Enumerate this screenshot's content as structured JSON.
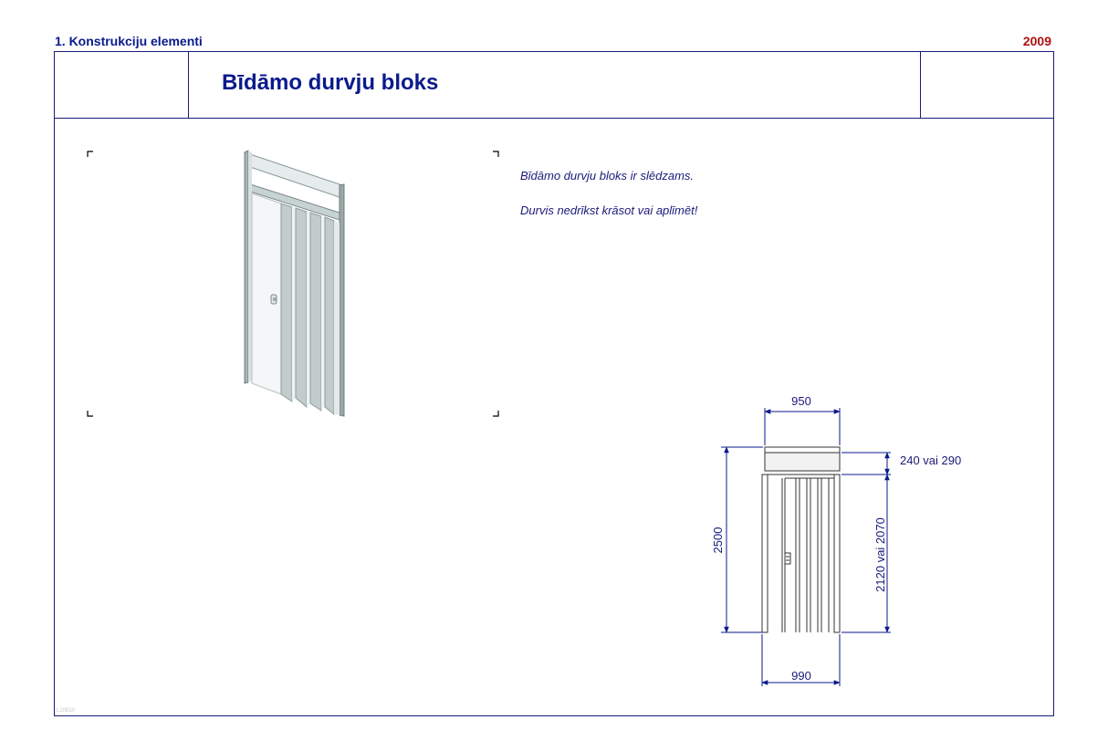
{
  "header": {
    "section": "1. Konstrukciju elementi",
    "year": "2009",
    "title": "Bīdāmo durvju bloks"
  },
  "description": {
    "line1": "Bīdāmo durvju bloks ir slēdzams.",
    "line2": "Durvis nedrīkst krāsot vai aplīmēt!"
  },
  "footer": {
    "code": "L10810"
  },
  "drawing": {
    "width_top": "950",
    "width_bottom": "990",
    "height_total": "2500",
    "height_transom": "240 vai 290",
    "height_door": "2120 vai 2070"
  },
  "colors": {
    "navy": "#0a1a8c",
    "red": "#b01010",
    "line": "#1a1a7a"
  }
}
